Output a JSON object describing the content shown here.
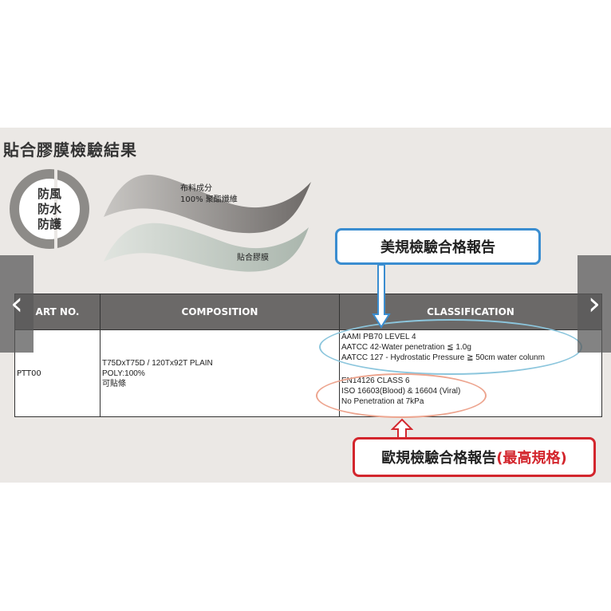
{
  "title": "貼合膠膜檢驗結果",
  "ring_label": [
    "防風",
    "防水",
    "防護"
  ],
  "wave_top": [
    "布料成分",
    "100% 聚酯纖維"
  ],
  "wave_bottom": "貼合膠膜",
  "table": {
    "headers": [
      "ART NO.",
      "COMPOSITION",
      "CLASSIFICATION"
    ],
    "row": {
      "art_no": "PTT00",
      "composition": [
        "T75DxT75D / 120Tx92T PLAIN",
        "POLY:100%",
        "可貼條"
      ],
      "classification_us": [
        "AAMI PB70 LEVEL 4",
        "AATCC 42-Water penetration ≦ 1.0g",
        "AATCC 127 - Hydrostatic Pressure ≧ 50cm water colunm"
      ],
      "classification_eu": [
        "EN14126  CLASS 6",
        "ISO 16603(Blood) & 16604 (Viral)",
        "No Penetration at 7kPa"
      ]
    }
  },
  "us_callout": "美規檢驗合格報告",
  "eu_callout": "歐規檢驗合格報告",
  "eu_callout_highlight": "(最高規格)",
  "nav": {
    "prev": "‹",
    "next": "›"
  },
  "colors": {
    "blue": "#3a8dd0",
    "red": "#d3262d"
  }
}
